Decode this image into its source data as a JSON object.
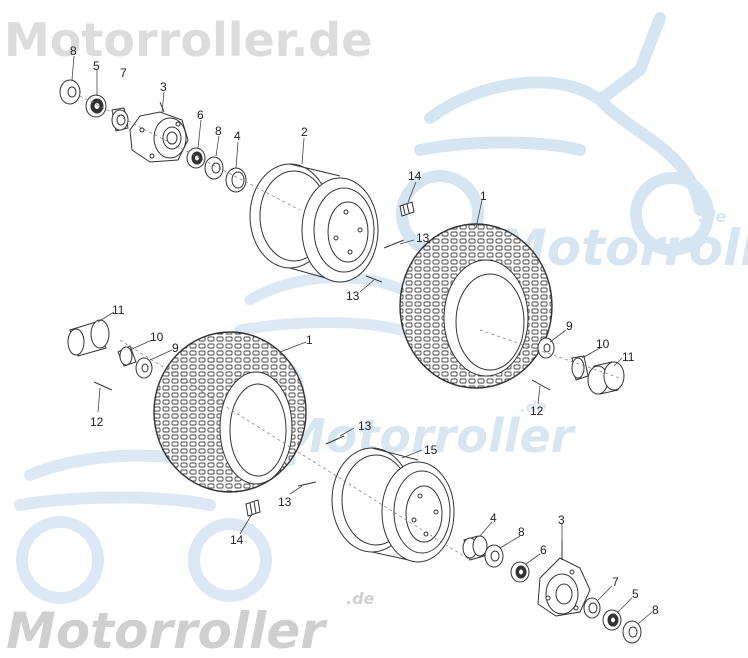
{
  "watermark": {
    "top_text": "Motorroller.de",
    "side_text": "Motorroller",
    "side_suffix": ".de",
    "middle_text": "Motorroller",
    "middle_suffix": ".de",
    "bottom_text": "Motorroller",
    "bottom_suffix": ".de",
    "color": "#d8e6f2",
    "top_color": "#dcdcdc",
    "bottom_color": "#cfcfcf"
  },
  "colors": {
    "line": "#333333",
    "fill": "#ffffff",
    "tread": "#555555"
  },
  "callouts": [
    {
      "id": "c8a",
      "text": "8"
    },
    {
      "id": "c5a",
      "text": "5"
    },
    {
      "id": "c7a",
      "text": "7"
    },
    {
      "id": "c3a",
      "text": "3"
    },
    {
      "id": "c6a",
      "text": "6"
    },
    {
      "id": "c8b",
      "text": "8"
    },
    {
      "id": "c4a",
      "text": "4"
    },
    {
      "id": "c2",
      "text": "2"
    },
    {
      "id": "c14a",
      "text": "14"
    },
    {
      "id": "c1a",
      "text": "1"
    },
    {
      "id": "c13a",
      "text": "13"
    },
    {
      "id": "c13b",
      "text": "13"
    },
    {
      "id": "c9a",
      "text": "9"
    },
    {
      "id": "c10a",
      "text": "10"
    },
    {
      "id": "c11a",
      "text": "11"
    },
    {
      "id": "c12a",
      "text": "12"
    },
    {
      "id": "c11b",
      "text": "11"
    },
    {
      "id": "c10b",
      "text": "10"
    },
    {
      "id": "c9b",
      "text": "9"
    },
    {
      "id": "c1b",
      "text": "1"
    },
    {
      "id": "c12b",
      "text": "12"
    },
    {
      "id": "c13c",
      "text": "13"
    },
    {
      "id": "c15",
      "text": "15"
    },
    {
      "id": "c13d",
      "text": "13"
    },
    {
      "id": "c14b",
      "text": "14"
    },
    {
      "id": "c4b",
      "text": "4"
    },
    {
      "id": "c8c",
      "text": "8"
    },
    {
      "id": "c3b",
      "text": "3"
    },
    {
      "id": "c6b",
      "text": "6"
    },
    {
      "id": "c7b",
      "text": "7"
    },
    {
      "id": "c5b",
      "text": "5"
    },
    {
      "id": "c8d",
      "text": "8"
    }
  ]
}
